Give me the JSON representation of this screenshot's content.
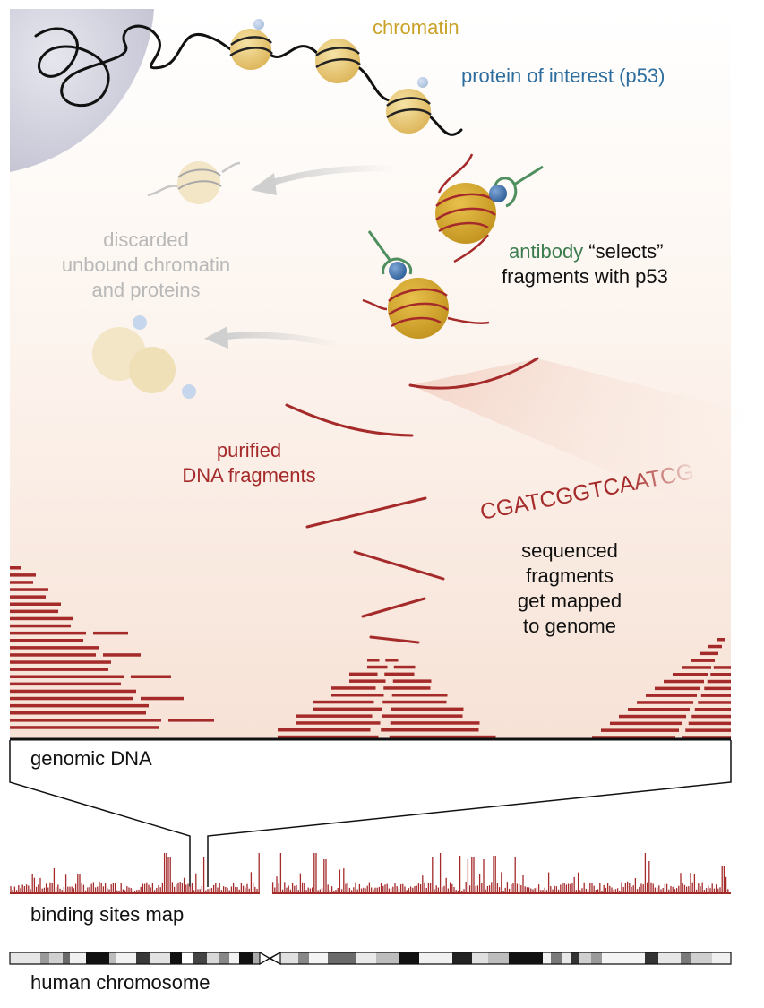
{
  "labels": {
    "chromatin": "chromatin",
    "protein": "protein of interest (p53)",
    "discarded_1": "discarded",
    "discarded_2": "unbound chromatin",
    "discarded_3": "and proteins",
    "antibody_word": "antibody",
    "selects_word": " “selects”",
    "antibody_2": "fragments with p53",
    "purified_1": "purified",
    "purified_2": "DNA fragments",
    "sequence": "CGATCGGTCAATCG",
    "sequenced_1": "sequenced",
    "sequenced_2": "fragments",
    "sequenced_3": "get mapped",
    "sequenced_4": "to genome",
    "genomic": "genomic DNA",
    "binding": "binding sites map",
    "chromosome": "human chromosome"
  },
  "colors": {
    "chromatin_label": "#c9a227",
    "protein_label": "#2e6e9e",
    "antibody_label": "#3b7d4e",
    "dna_red": "#a52a2a",
    "grey_text": "#b8b8b8",
    "nucleosome": "#e8c46a",
    "nucleosome_dark": "#d4a63a",
    "protein_ball": "#3b6ea5",
    "antibody": "#4f8f5f",
    "nucleus": "#c8c8d8"
  }
}
